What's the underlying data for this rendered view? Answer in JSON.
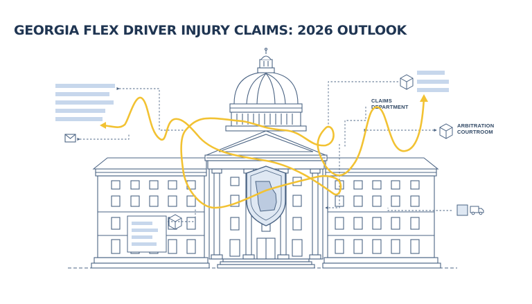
{
  "title": "GEORGIA FLEX DRIVER INJURY CLAIMS: 2026 OUTLOOK",
  "labels": {
    "claims_line1": "CLAIMS",
    "claims_line2": "DEPARTMENT",
    "arb_line1": "ARBITRATION",
    "arb_line2": "COURTROOM"
  },
  "icons": [
    "document-lines-icon",
    "mail-icon",
    "package-icon",
    "delivery-van-icon",
    "georgia-shield-icon",
    "capitol-building"
  ],
  "colors": {
    "title": "#1f3552",
    "line_art": "#4a6383",
    "placeholder_bars": "#c7d7ec",
    "path": "#f2c233",
    "shield": "#dfe8f3"
  }
}
